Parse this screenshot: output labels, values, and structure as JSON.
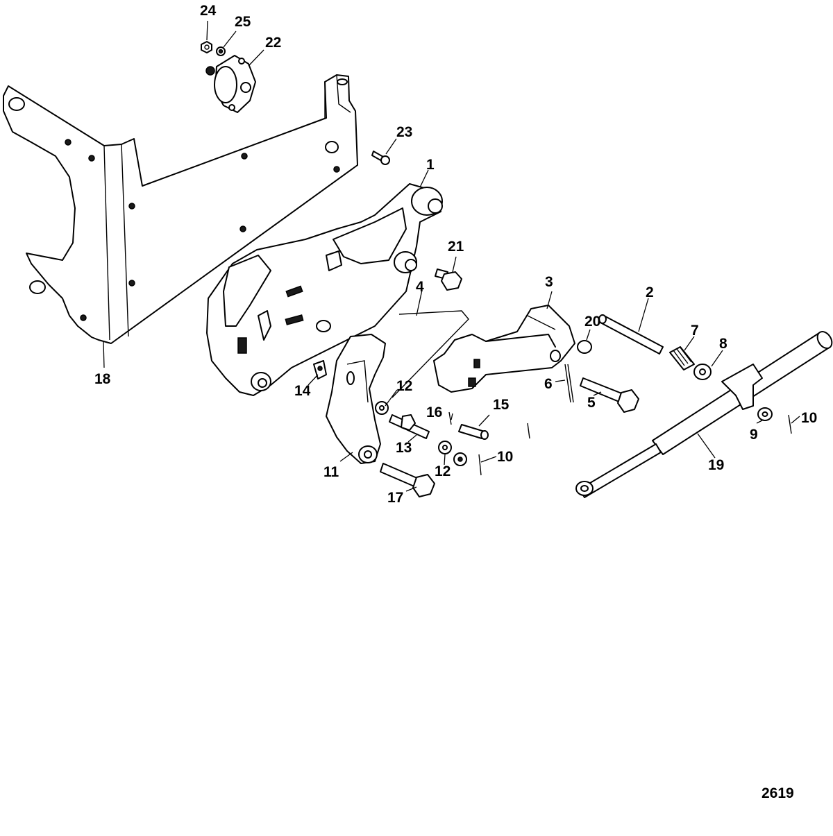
{
  "diagram": {
    "figure_number": "2619",
    "callouts": {
      "c1": "1",
      "c2": "2",
      "c3": "3",
      "c4": "4",
      "c5": "5",
      "c6": "6",
      "c7": "7",
      "c8": "8",
      "c9": "9",
      "c10a": "10",
      "c10b": "10",
      "c11": "11",
      "c12a": "12",
      "c12b": "12",
      "c13": "13",
      "c14": "14",
      "c15": "15",
      "c16": "16",
      "c17": "17",
      "c18": "18",
      "c19": "19",
      "c20": "20",
      "c21": "21",
      "c22": "22",
      "c23": "23",
      "c24": "24",
      "c25": "25"
    }
  }
}
